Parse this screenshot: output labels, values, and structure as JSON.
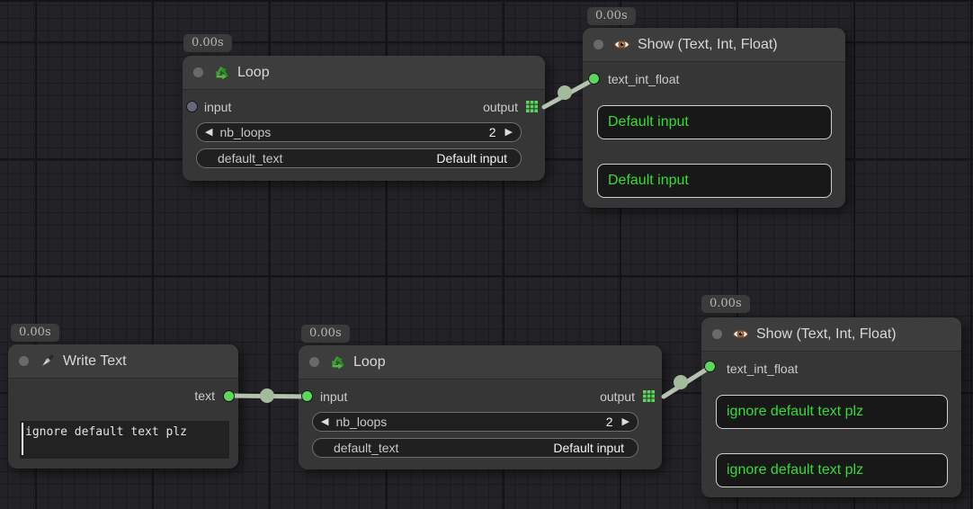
{
  "canvas": {
    "name": "node-graph-canvas"
  },
  "colors": {
    "accent_green_text": "#33dd33",
    "slot_green": "#5cd65c",
    "slot_gray": "#66687a",
    "wire": "#b5c2ad",
    "wire_dot": "#a3ba9b",
    "grid_icon_green": "#58d858"
  },
  "icons": {
    "left_arrow": "◀",
    "right_arrow": "▶"
  },
  "nodes": {
    "loop_top": {
      "timer": "0.00s",
      "title": "Loop",
      "icon": "recycle-icon",
      "input_label": "input",
      "output_label": "output",
      "widgets": {
        "nb_loops": {
          "label": "nb_loops",
          "value": "2"
        },
        "default_text": {
          "label": "default_text",
          "value": "Default input"
        }
      }
    },
    "show_top": {
      "timer": "0.00s",
      "title": "Show (Text, Int, Float)",
      "icon": "eye-icon",
      "input_label": "text_int_float",
      "results": [
        "Default input",
        "Default input"
      ]
    },
    "write_text": {
      "timer": "0.00s",
      "title": "Write Text",
      "icon": "pen-icon",
      "output_label": "text",
      "textarea_value": "ignore default text plz"
    },
    "loop_bottom": {
      "timer": "0.00s",
      "title": "Loop",
      "icon": "recycle-icon",
      "input_label": "input",
      "output_label": "output",
      "widgets": {
        "nb_loops": {
          "label": "nb_loops",
          "value": "2"
        },
        "default_text": {
          "label": "default_text",
          "value": "Default input"
        }
      }
    },
    "show_bottom": {
      "timer": "0.00s",
      "title": "Show (Text, Int, Float)",
      "icon": "eye-icon",
      "input_label": "text_int_float",
      "results": [
        "ignore default text plz",
        "ignore default text plz"
      ]
    }
  }
}
